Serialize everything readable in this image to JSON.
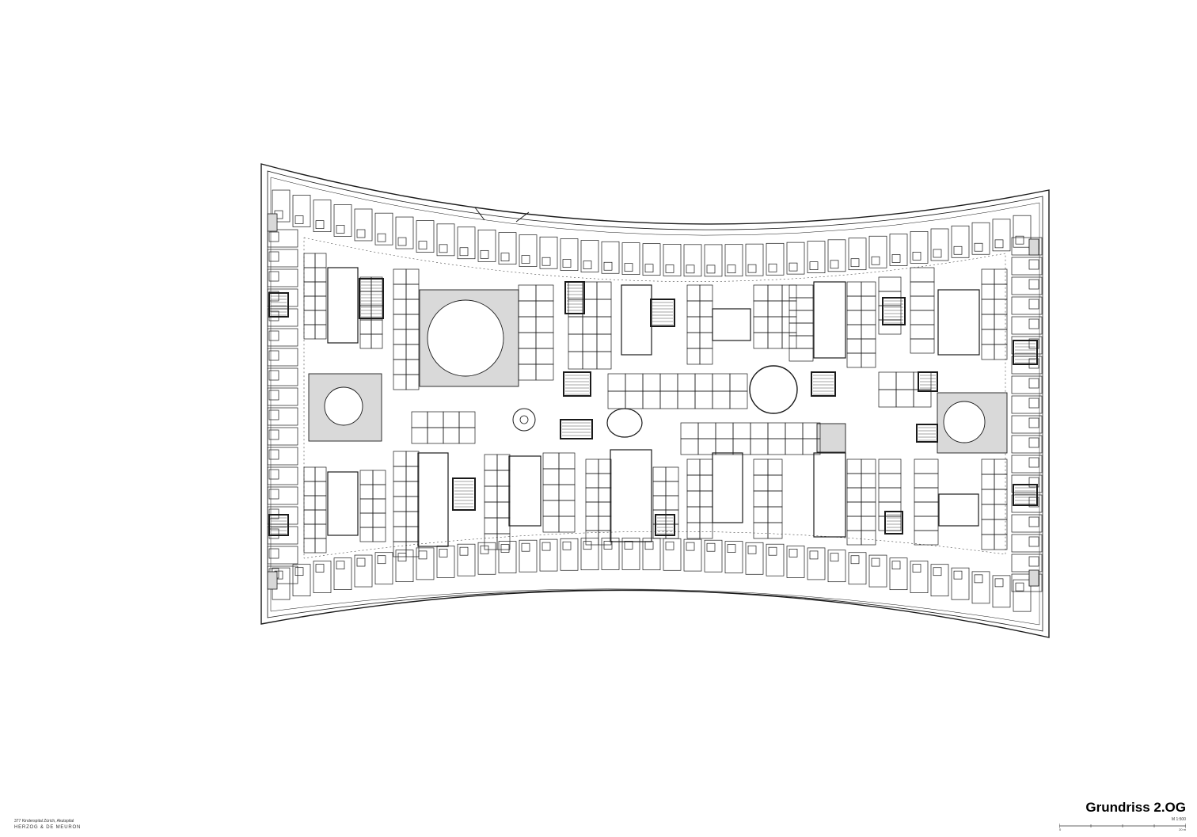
{
  "drawing": {
    "title": "Grundriss 2.OG",
    "scale": "M 1:500",
    "project": "377 Kinderspital Zürich, Akutspital",
    "office": "HERZOG & DE MEURON",
    "scalebar_labels": [
      "0",
      "20 m"
    ]
  },
  "colors": {
    "line": "#1a1a1a",
    "court_fill": "#d9d9d9",
    "background": "#ffffff"
  }
}
